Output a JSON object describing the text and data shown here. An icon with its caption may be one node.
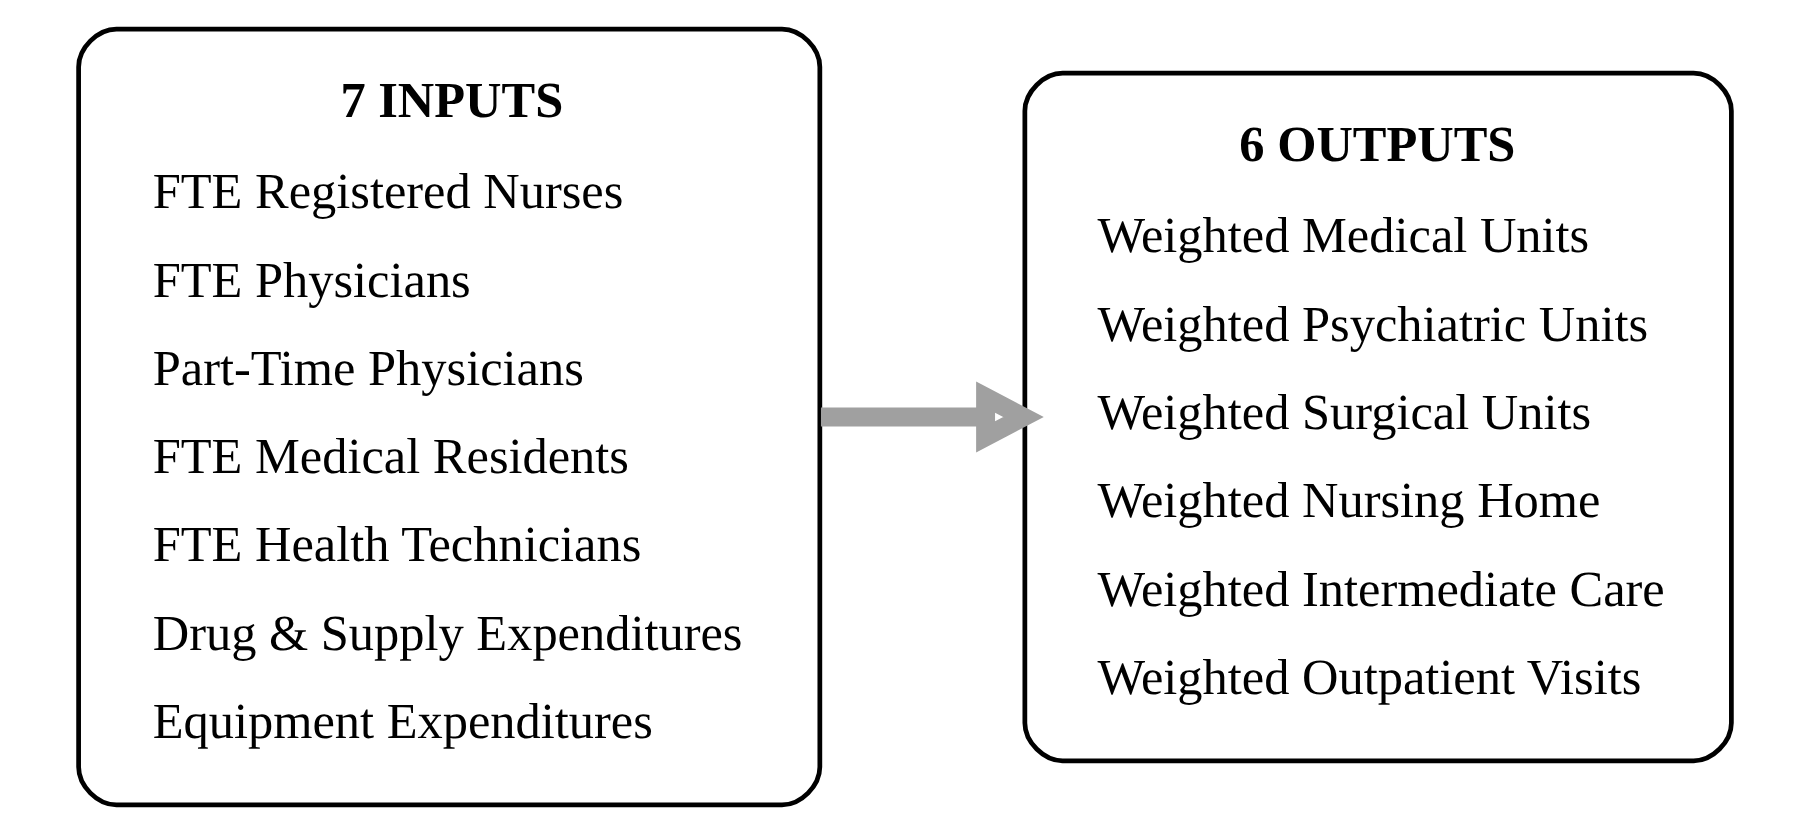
{
  "diagram": {
    "nodes": [
      {
        "text": [
          "7 INPUTS",
          "FTE Registered Nurses",
          "FTE Physicians",
          "Part-Time Physicians",
          "FTE Medical Residents",
          "FTE Health Technicians",
          "Drug & Supply Expenditures",
          "Equipment Expenditures"
        ]
      },
      {
        "text": [
          "6 OUTPUTS",
          "Weighted Medical Units",
          "Weighted Psychiatric Units",
          "Weighted Surgical Units",
          "Weighted Nursing Home",
          "Weighted Intermediate Care",
          "Weighted Outpatient Visits"
        ]
      }
    ],
    "edges": [
      {
        "from": 0,
        "to": 1,
        "arrow": "to"
      }
    ]
  }
}
